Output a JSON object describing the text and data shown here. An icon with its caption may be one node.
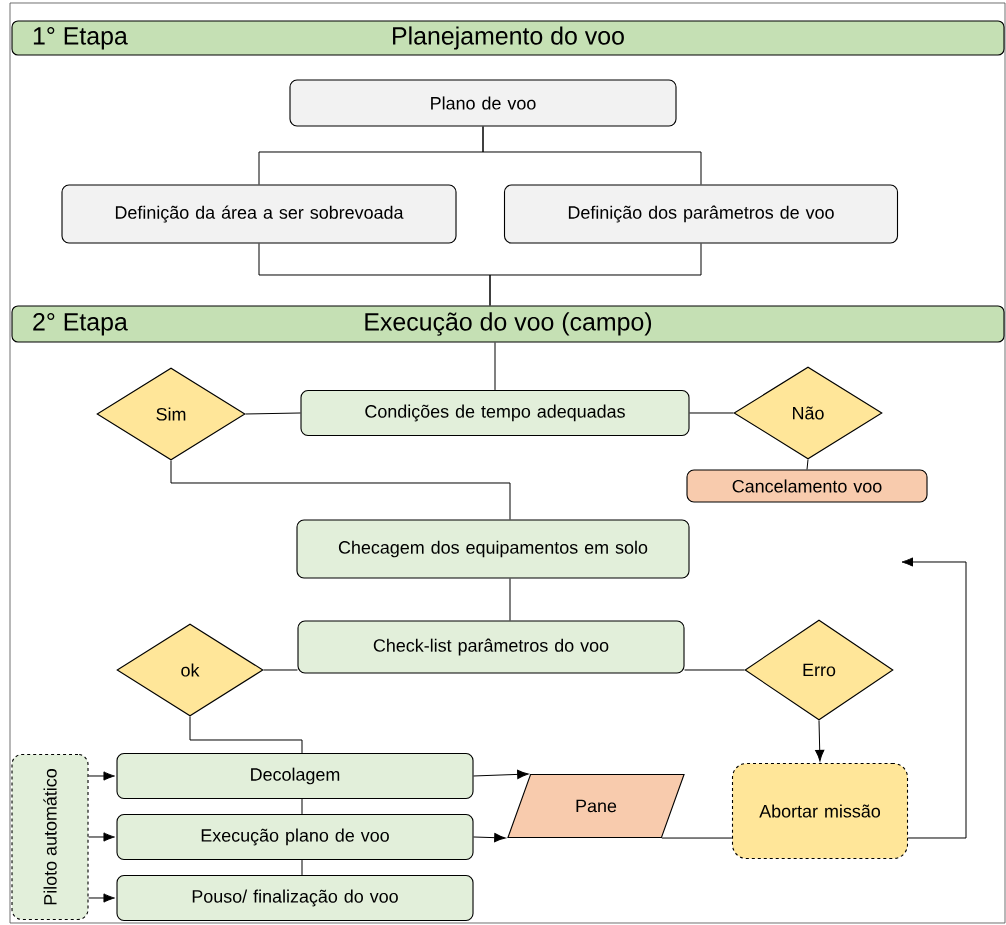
{
  "diagram": {
    "nodes": [
      {
        "text": [
          "1° Etapa",
          "Planejamento do voo"
        ]
      },
      {
        "text": [
          "Plano de voo"
        ]
      },
      {
        "text": [
          "Definição da área a ser sobrevoada"
        ]
      },
      {
        "text": [
          "Definição dos parâmetros de voo"
        ]
      },
      {
        "text": [
          "2° Etapa",
          "Execução do voo (campo)"
        ]
      },
      {
        "text": [
          "Sim"
        ]
      },
      {
        "text": [
          "Condições de tempo adequadas"
        ]
      },
      {
        "text": [
          "Não"
        ]
      },
      {
        "text": [
          "Cancelamento voo"
        ]
      },
      {
        "text": [
          "Checagem dos equipamentos em solo"
        ]
      },
      {
        "text": [
          "ok"
        ]
      },
      {
        "text": [
          "Check-list parâmetros do voo"
        ]
      },
      {
        "text": [
          "Erro"
        ]
      },
      {
        "text": [
          "Piloto automático"
        ]
      },
      {
        "text": [
          "Decolagem"
        ]
      },
      {
        "text": [
          "Execução plano de voo"
        ]
      },
      {
        "text": [
          "Pouso/ finalização do voo"
        ]
      },
      {
        "text": [
          "Pane"
        ]
      },
      {
        "text": [
          "Abortar missão"
        ]
      }
    ],
    "edges": [
      {
        "from": 1,
        "to": 2,
        "arrow": "none"
      },
      {
        "from": 1,
        "to": 3,
        "arrow": "none"
      },
      {
        "from": 2,
        "to": 4,
        "arrow": "none"
      },
      {
        "from": 3,
        "to": 4,
        "arrow": "none"
      },
      {
        "from": 4,
        "to": 6,
        "arrow": "none"
      },
      {
        "from": 6,
        "to": 5,
        "arrow": "none"
      },
      {
        "from": 6,
        "to": 7,
        "arrow": "none"
      },
      {
        "from": 7,
        "to": 8,
        "arrow": "none"
      },
      {
        "from": 5,
        "to": 9,
        "arrow": "none"
      },
      {
        "from": 9,
        "to": 11,
        "arrow": "none"
      },
      {
        "from": 11,
        "to": 10,
        "arrow": "none"
      },
      {
        "from": 11,
        "to": 12,
        "arrow": "none"
      },
      {
        "from": 10,
        "to": 14,
        "arrow": "none"
      },
      {
        "from": 14,
        "to": 15,
        "arrow": "none"
      },
      {
        "from": 15,
        "to": 16,
        "arrow": "none"
      },
      {
        "from": 12,
        "to": 18,
        "arrow": "to"
      },
      {
        "from": 13,
        "to": 14,
        "arrow": "to"
      },
      {
        "from": 13,
        "to": 15,
        "arrow": "to"
      },
      {
        "from": 13,
        "to": 16,
        "arrow": "to"
      },
      {
        "from": 14,
        "to": 17,
        "arrow": "to"
      },
      {
        "from": 15,
        "to": 17,
        "arrow": "to"
      },
      {
        "from": 17,
        "to": 18,
        "arrow": "none"
      },
      {
        "from": 18,
        "to": null,
        "arrow": "to"
      }
    ]
  }
}
